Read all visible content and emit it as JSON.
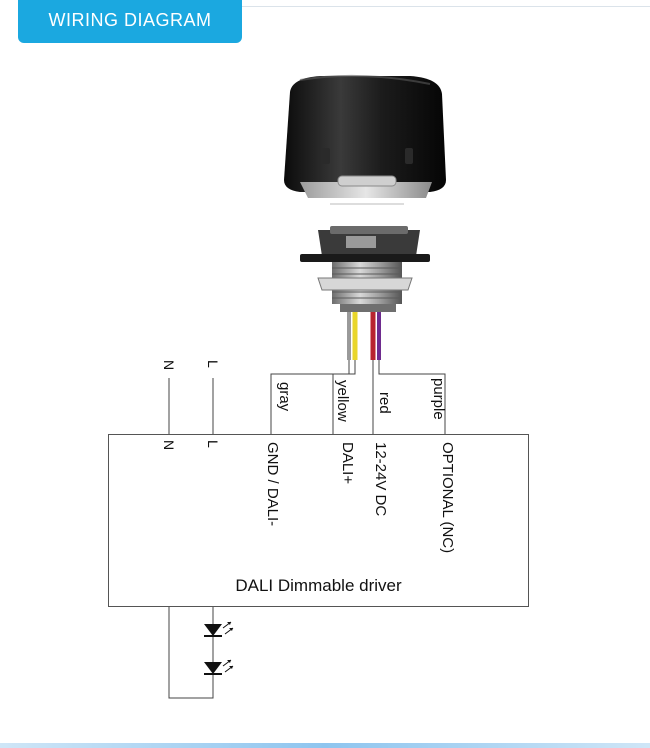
{
  "header": {
    "title": "WIRING DIAGRAM"
  },
  "colors": {
    "accent": "#1ba8e0",
    "wire_gray": "#9a9a9a",
    "wire_yellow": "#e9d62b",
    "wire_red": "#b8242f",
    "wire_purple": "#6e2b8e"
  },
  "lines": {
    "n_label": "N",
    "l_label": "L"
  },
  "wires": [
    {
      "label": "gray"
    },
    {
      "label": "yellow"
    },
    {
      "label": "red"
    },
    {
      "label": "purple"
    }
  ],
  "driver": {
    "title": "DALI Dimmable driver",
    "terminals": [
      {
        "label": "N"
      },
      {
        "label": "L"
      },
      {
        "label": "GND / DALI-"
      },
      {
        "label": "DALI+"
      },
      {
        "label": "12-24V DC"
      },
      {
        "label": "OPTIONAL (NC)"
      }
    ]
  },
  "icons": {
    "sensor": "sensor-device-icon",
    "led": "led-diode-icon"
  }
}
